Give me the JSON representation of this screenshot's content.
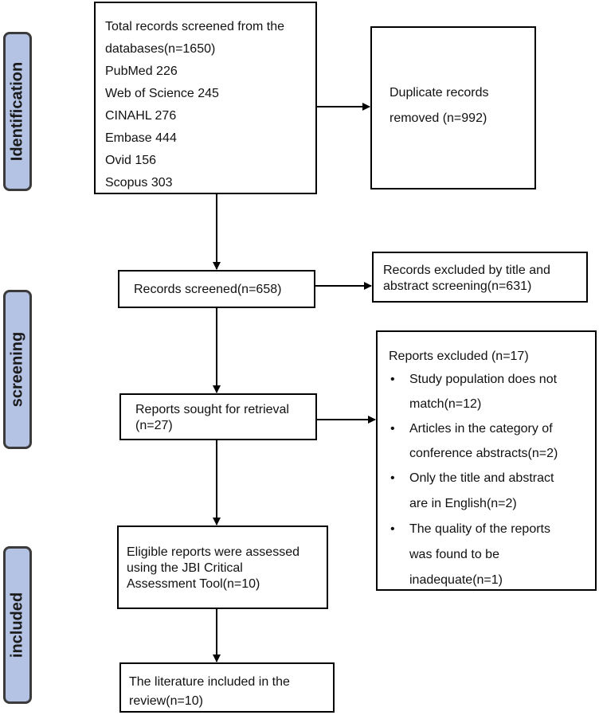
{
  "phases": {
    "identification": "Identification",
    "screening": "screening",
    "included": "included"
  },
  "boxes": {
    "total": {
      "lines": [
        "Total records screened from the",
        "databases(n=1650)",
        "PubMed 226",
        "Web of Science 245",
        "CINAHL 276",
        "Embase 444",
        "Ovid 156",
        "Scopus 303"
      ]
    },
    "duplicates": {
      "lines": [
        "Duplicate records",
        "removed (n=992)"
      ]
    },
    "screened": {
      "lines": [
        "Records screened(n=658)"
      ]
    },
    "excluded_title": {
      "lines": [
        "Records excluded by title and",
        "abstract screening(n=631)"
      ]
    },
    "sought": {
      "lines": [
        "Reports sought for retrieval",
        "(n=27)"
      ]
    },
    "reports_excluded": {
      "heading": "Reports excluded (n=17)",
      "bullets": [
        [
          "Study population does not",
          "match(n=12)"
        ],
        [
          "Articles in the category of",
          "conference abstracts(n=2)"
        ],
        [
          "Only the title and abstract",
          "are in English(n=2)"
        ],
        [
          "The quality of the reports",
          "was found to be",
          "inadequate(n=1)"
        ]
      ]
    },
    "eligible": {
      "lines": [
        "Eligible reports were assessed",
        "using the JBI Critical",
        "Assessment Tool(n=10)"
      ]
    },
    "included": {
      "lines": [
        "The literature included in the",
        "review(n=10)"
      ]
    }
  },
  "colors": {
    "phase_fill": "#b4c3e4",
    "phase_border": "#3b3b3b",
    "box_border": "#000000"
  }
}
